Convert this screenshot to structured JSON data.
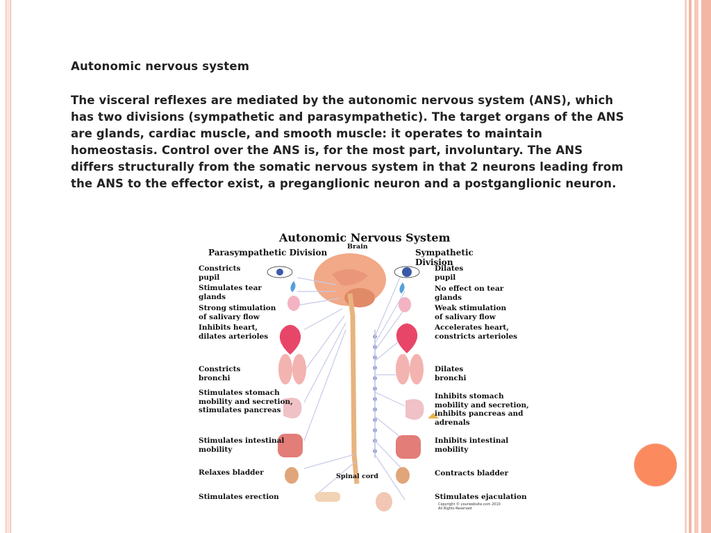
{
  "heading": "Autonomic nervous system",
  "paragraph": "The visceral reflexes are mediated by the autonomic nervous system (ANS), which has two divisions (sympathetic and parasympathetic). The target organs of the ANS are glands, cardiac muscle, and smooth muscle: it operates to maintain homeostasis. Control over the ANS is, for the most part, involuntary. The ANS differs structurally from the somatic nervous system in that 2 neurons leading from the ANS to the effector exist, a preganglionic neuron and a postganglionic neuron.",
  "diagram": {
    "title": "Autonomic Nervous System",
    "brain_label": "Brain",
    "spinal_label": "Spinal cord",
    "parasympathetic": {
      "heading": "Parasympathetic Division",
      "items": [
        "Constricts\npupil",
        "Stimulates tear\nglands",
        "Strong stimulation\nof salivary flow",
        "Inhibits heart,\ndilates arterioles",
        "Constricts\nbronchi",
        "Stimulates stomach\nmobility and secretion,\nstimulates pancreas",
        "Stimulates intestinal\nmobility",
        "Relaxes bladder",
        "Stimulates erection"
      ]
    },
    "sympathetic": {
      "heading": "Sympathetic Division",
      "items": [
        "Dilates\npupil",
        "No effect on tear\nglands",
        "Weak stimulation\nof salivary flow",
        "Accelerates heart,\nconstricts arterioles",
        "Dilates\nbronchi",
        "Inhibits stomach\nmobility and secretion,\ninhibits pancreas and\nadrenals",
        "Inhibits intestinal\nmobility",
        "Contracts bladder",
        "Stimulates ejaculation"
      ]
    },
    "copyright": "Copyright © yourwebsite.com 2010\nAll Rights Reserved"
  },
  "colors": {
    "accent_orange": "#fb8a5f",
    "frame_pink": "#f6c3b5",
    "brain": "#f1a987",
    "heart": "#e84668",
    "lung": "#f3b3b0"
  }
}
